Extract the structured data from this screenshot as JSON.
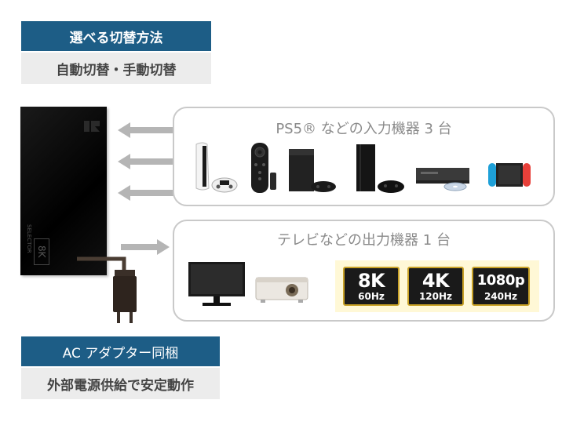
{
  "top_section": {
    "title": "選べる切替方法",
    "subtitle": "自動切替・手動切替"
  },
  "bottom_section": {
    "title": "AC アダプター同梱",
    "subtitle": "外部電源供給で安定動作"
  },
  "device": {
    "side_label": "SELECTOR",
    "badge": "8K",
    "logo_icon": "brand-logo-icon"
  },
  "input_panel": {
    "title": "PS5® などの入力機器 3 台",
    "devices": [
      "game-console-icon",
      "tv-stick-remote-icon",
      "console-box-icon",
      "console-slim-icon",
      "disc-player-icon",
      "handheld-console-icon"
    ]
  },
  "output_panel": {
    "title": "テレビなどの出力機器 1 台",
    "devices": [
      "monitor-icon",
      "projector-icon"
    ],
    "badges": [
      {
        "big": "8K",
        "small": "60Hz"
      },
      {
        "big": "4K",
        "small": "120Hz"
      },
      {
        "big": "1080p",
        "small": "240Hz"
      }
    ]
  },
  "colors": {
    "accent_blue": "#1d5d86",
    "badge_gold": "#c9a227",
    "arrow_gray": "#b5b5b5"
  }
}
